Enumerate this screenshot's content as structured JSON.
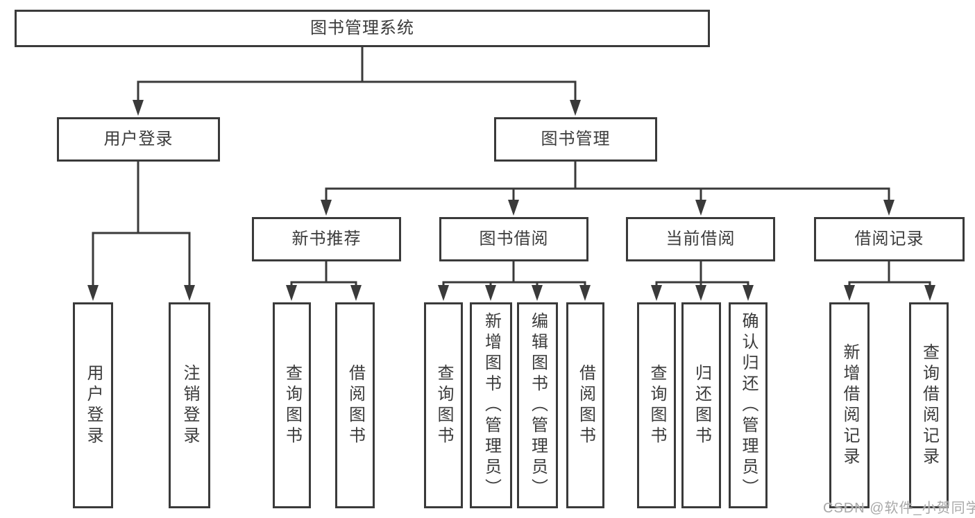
{
  "diagram": {
    "type": "tree",
    "title": "图书管理系统",
    "nodes": {
      "root": "图书管理系统",
      "user_login": "用户登录",
      "book_management": "图书管理",
      "new_book_rec": "新书推荐",
      "book_borrow": "图书借阅",
      "current_borrow": "当前借阅",
      "borrow_record": "借阅记录",
      "ul_user_login": "用户登录",
      "ul_logout": "注销登录",
      "nb_query_book": "查询图书",
      "nb_borrow_book": "借阅图书",
      "bb_query_book": "查询图书",
      "bb_add_book": "新增图书（管理员）",
      "bb_edit_book": "编辑图书（管理员）",
      "bb_borrow_book": "借阅图书",
      "cb_query_book": "查询图书",
      "cb_return_book": "归还图书",
      "cb_confirm_return": "确认归还（管理员）",
      "br_add_record": "新增借阅记录",
      "br_query_record": "查询借阅记录"
    },
    "edges": [
      [
        "root",
        "user_login"
      ],
      [
        "root",
        "book_management"
      ],
      [
        "user_login",
        "ul_user_login"
      ],
      [
        "user_login",
        "ul_logout"
      ],
      [
        "book_management",
        "new_book_rec"
      ],
      [
        "book_management",
        "book_borrow"
      ],
      [
        "book_management",
        "current_borrow"
      ],
      [
        "book_management",
        "borrow_record"
      ],
      [
        "new_book_rec",
        "nb_query_book"
      ],
      [
        "new_book_rec",
        "nb_borrow_book"
      ],
      [
        "book_borrow",
        "bb_query_book"
      ],
      [
        "book_borrow",
        "bb_add_book"
      ],
      [
        "book_borrow",
        "bb_edit_book"
      ],
      [
        "book_borrow",
        "bb_borrow_book"
      ],
      [
        "current_borrow",
        "cb_query_book"
      ],
      [
        "current_borrow",
        "cb_return_book"
      ],
      [
        "current_borrow",
        "cb_confirm_return"
      ],
      [
        "borrow_record",
        "br_add_record"
      ],
      [
        "borrow_record",
        "br_query_record"
      ]
    ]
  },
  "watermark": {
    "text": "CSDN @软件_小贺同学",
    "color": "#a9a9a9"
  },
  "colors": {
    "line": "#3a3a3a",
    "box_border": "#3a3a3a",
    "box_fill": "#ffffff",
    "label": "#3b3b3b",
    "background": "#ffffff"
  }
}
